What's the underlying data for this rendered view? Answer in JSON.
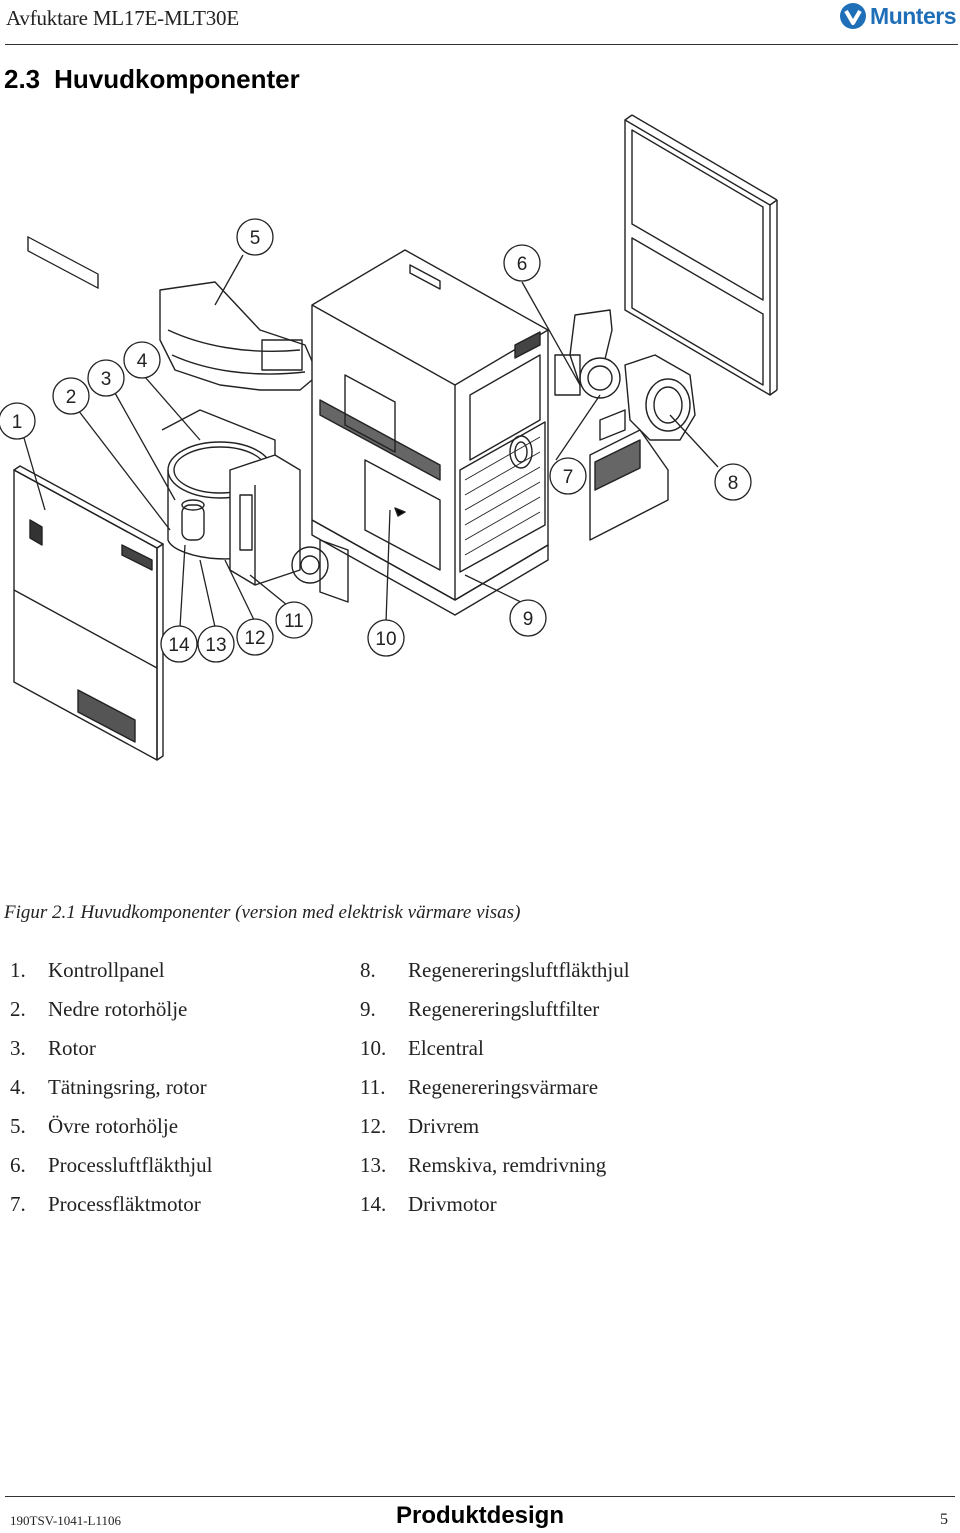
{
  "header": {
    "title": "Avfuktare ML17E-MLT30E",
    "logo_text": "Munters",
    "logo_color": "#1f6fb8",
    "logo_icon": "munters-v-logo-icon"
  },
  "section": {
    "number": "2.3",
    "title": "Huvudkomponenter"
  },
  "figure": {
    "callouts": [
      "1",
      "2",
      "3",
      "4",
      "5",
      "6",
      "7",
      "8",
      "9",
      "10",
      "11",
      "12",
      "13",
      "14"
    ],
    "caption": "Figur 2.1 Huvudkomponenter (version med elektrisk värmare visas)"
  },
  "parts_col1": [
    {
      "num": "1.",
      "label": "Kontrollpanel"
    },
    {
      "num": "2.",
      "label": "Nedre rotorhölje"
    },
    {
      "num": "3.",
      "label": "Rotor"
    },
    {
      "num": "4.",
      "label": "Tätningsring, rotor"
    },
    {
      "num": "5.",
      "label": "Övre rotorhölje"
    },
    {
      "num": "6.",
      "label": "Processluftfläkthjul"
    },
    {
      "num": "7.",
      "label": "Processfläktmotor"
    }
  ],
  "parts_col2": [
    {
      "num": "8.",
      "label": "Regenereringsluftfläkthjul"
    },
    {
      "num": "9.",
      "label": "Regenereringsluftfilter"
    },
    {
      "num": "10.",
      "label": "Elcentral"
    },
    {
      "num": "11.",
      "label": "Regenereringsvärmare"
    },
    {
      "num": "12.",
      "label": "Drivrem"
    },
    {
      "num": "13.",
      "label": "Remskiva, remdrivning"
    },
    {
      "num": "14.",
      "label": "Drivmotor"
    }
  ],
  "footer": {
    "doc_code": "190TSV-1041-L1106",
    "center": "Produktdesign",
    "page": "5"
  }
}
